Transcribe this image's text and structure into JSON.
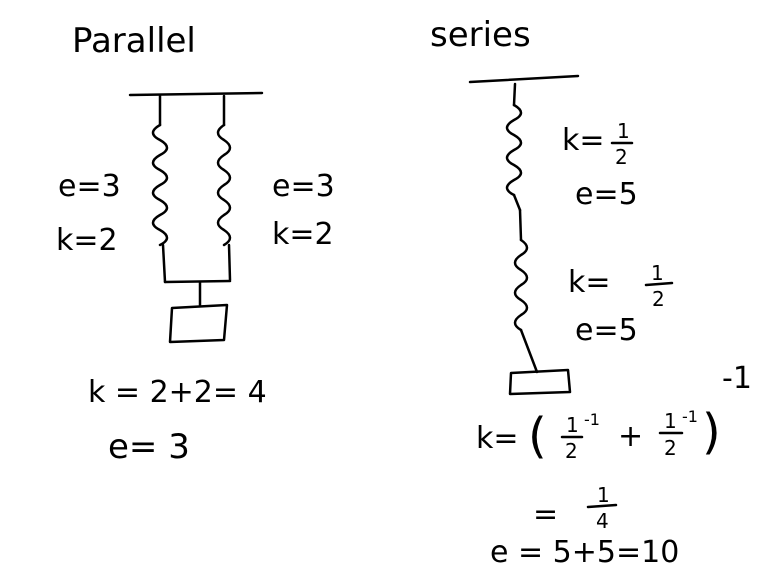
{
  "parallel": {
    "title": "Parallel",
    "left_spring": {
      "e_label": "e=3",
      "k_label": "k=2"
    },
    "right_spring": {
      "e_label": "e=3",
      "k_label": "k=2"
    },
    "result_k": "k = 2+2= 4",
    "result_e": "e= 3"
  },
  "series": {
    "title": "series",
    "top_spring": {
      "k_label": "k=",
      "k_num": "1",
      "k_den": "2",
      "e_label": "e=5"
    },
    "bottom_spring": {
      "k_label": "k=",
      "k_num": "1",
      "k_den": "2",
      "e_label": "e=5"
    },
    "formula": {
      "k_prefix": "k=",
      "open_paren": "(",
      "term1_num": "1",
      "term1_den": "2",
      "term1_exp": "-1",
      "plus": "+",
      "term2_num": "1",
      "term2_den": "2",
      "term2_exp": "-1",
      "close_paren": ")",
      "outer_exp": "-1"
    },
    "result_k_eq": "=",
    "result_k_num": "1",
    "result_k_den": "4",
    "result_e": "e = 5+5=10"
  }
}
